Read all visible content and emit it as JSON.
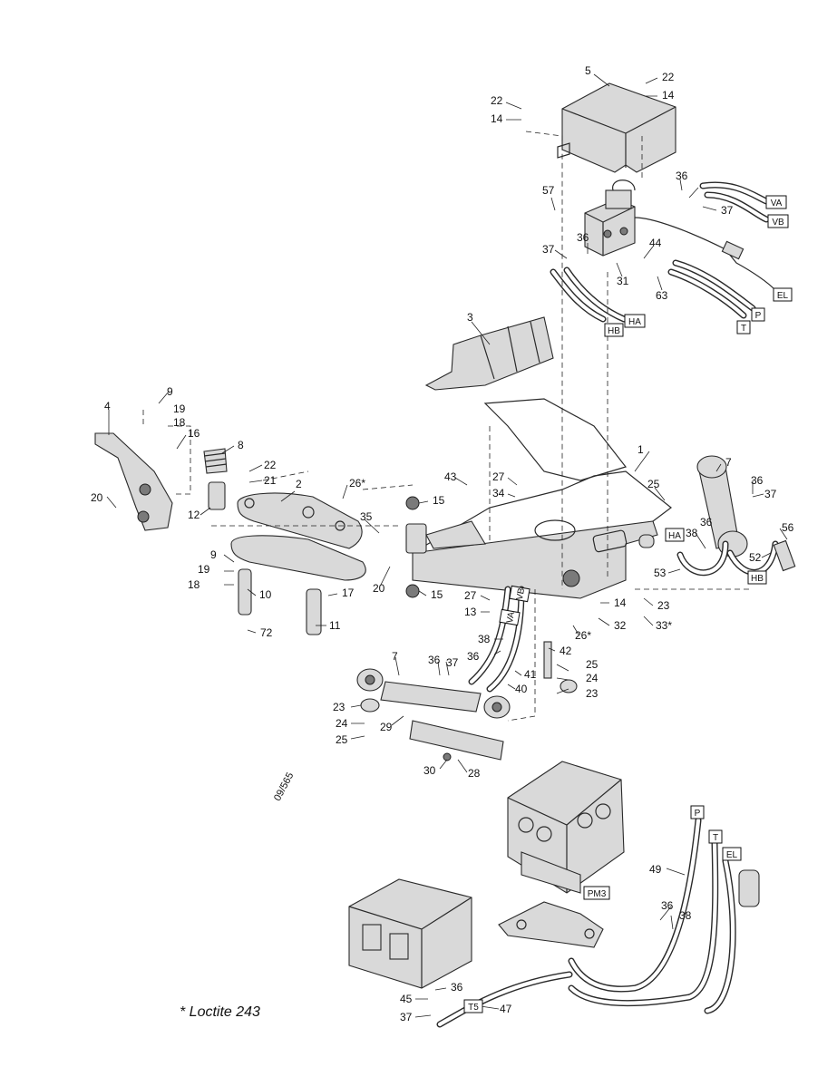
{
  "labels": {
    "l5": "5",
    "l22a": "22",
    "l14a": "14",
    "l22b": "22",
    "l14b": "14",
    "l36a": "36",
    "l37a": "37",
    "l57": "57",
    "l37b": "37",
    "l36b": "36",
    "l44": "44",
    "l31": "31",
    "l63": "63",
    "l3": "3",
    "l4": "4",
    "l9a": "9",
    "l19a": "19",
    "l18a": "18",
    "l16": "16",
    "l8": "8",
    "l20a": "20",
    "l22c": "22",
    "l21": "21",
    "l2": "2",
    "l26a": "26*",
    "l12": "12",
    "l1": "1",
    "l43": "43",
    "l27a": "27",
    "l34": "34",
    "l15a": "15",
    "l35": "35",
    "l7a": "7",
    "l25a": "25",
    "l36c": "36",
    "l37c": "37",
    "l38a": "38",
    "l36d": "36",
    "l56": "56",
    "l52": "52",
    "l53": "53",
    "l9b": "9",
    "l19b": "19",
    "l18b": "18",
    "l10": "10",
    "l17": "17",
    "l11": "11",
    "l72": "72",
    "l20b": "20",
    "l15b": "15",
    "l27b": "27",
    "l13": "13",
    "l14c": "14",
    "l32": "32",
    "l23a": "23",
    "l33": "33*",
    "l26b": "26*",
    "l42": "42",
    "l38b": "38",
    "l36e": "36",
    "l37d": "37",
    "l7b": "7",
    "l41": "41",
    "l40": "40",
    "l25b": "25",
    "l24a": "24",
    "l23b": "23",
    "l23c": "23",
    "l24b": "24",
    "l25c": "25",
    "l29": "29",
    "l30": "30",
    "l28": "28",
    "l49": "49",
    "l36f": "36",
    "l38c": "38",
    "l36g": "36",
    "l45": "45",
    "l37e": "37",
    "l47": "47"
  },
  "connectors": {
    "VA": "VA",
    "VB": "VB",
    "EL": "EL",
    "P": "P",
    "T": "T",
    "HA": "HA",
    "HB": "HB",
    "HA2": "HA",
    "HB2": "HB",
    "VA2": "VA",
    "VB2": "VB",
    "P2": "P",
    "T2": "T",
    "EL2": "EL",
    "PM3": "PM3",
    "T5": "T5"
  },
  "footnote": "* Loctite 243",
  "page_code": "09/565"
}
